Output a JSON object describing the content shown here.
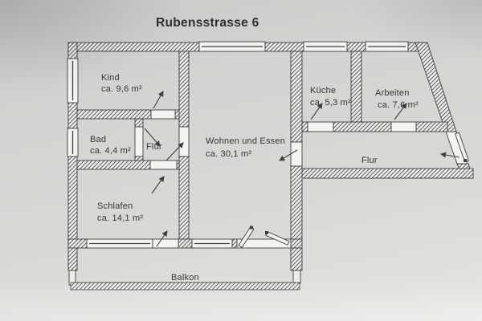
{
  "title": "Rubensstrasse 6",
  "rooms": {
    "kind": {
      "name": "Kind",
      "area": "ca. 9,6 m²"
    },
    "bad": {
      "name": "Bad",
      "area": "ca. 4,4 m²"
    },
    "flur_klein": {
      "name": "Flur"
    },
    "wohnen": {
      "name": "Wohnen und Essen",
      "area": "ca. 30,1 m²"
    },
    "kueche": {
      "name": "Küche",
      "area": "ca. 5,3 m²"
    },
    "arbeiten": {
      "name": "Arbeiten",
      "area": "ca. 7,6 m²"
    },
    "flur": {
      "name": "Flur"
    },
    "schlafen": {
      "name": "Schlafen",
      "area": "ca. 14,1 m²"
    },
    "balkon": {
      "name": "Balkon"
    }
  },
  "colors": {
    "paper": "#d2d4d1",
    "ink": "#3d4043",
    "wall_fill": "#f0f1ed"
  }
}
